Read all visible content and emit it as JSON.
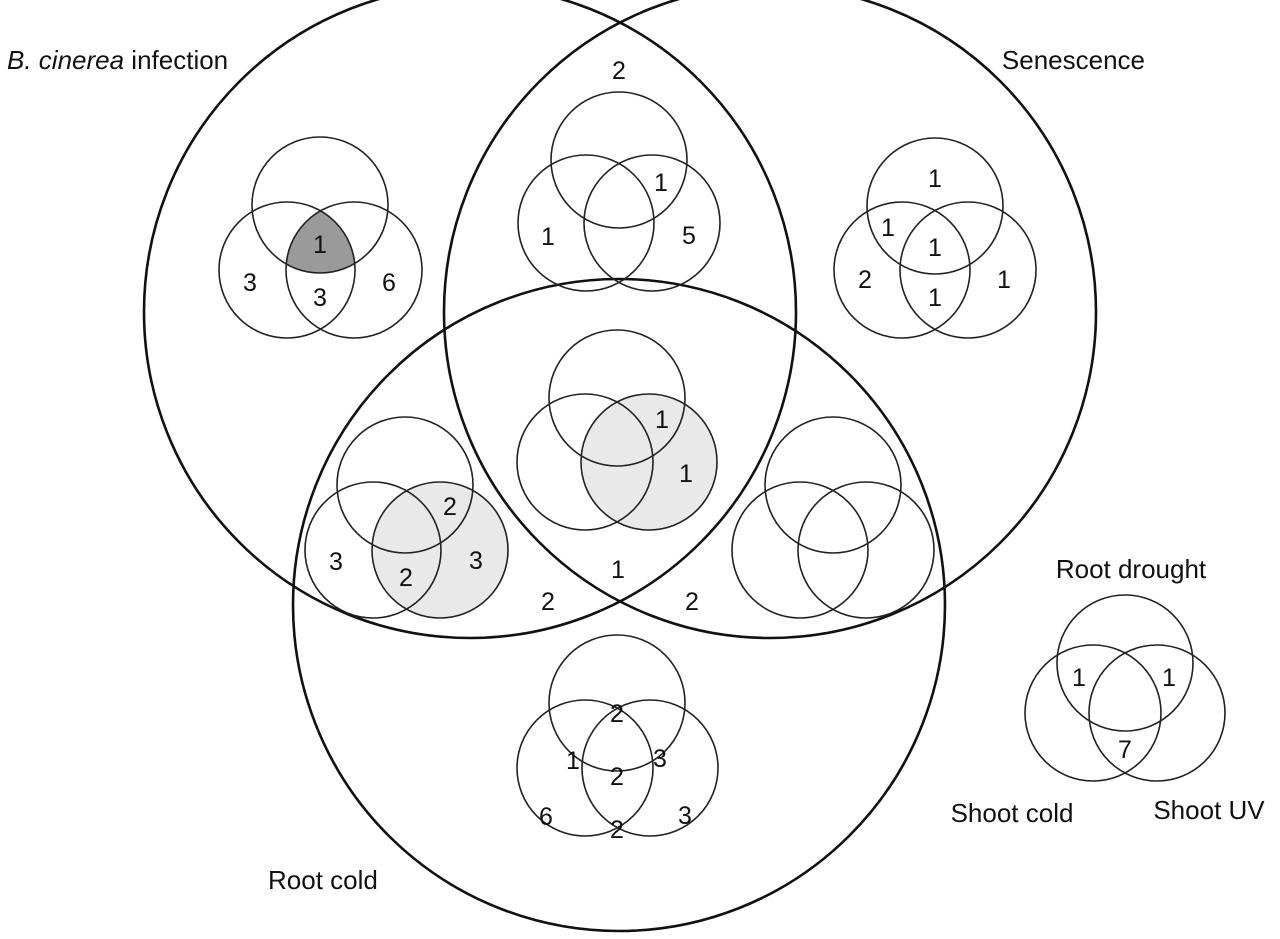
{
  "main_sets": {
    "infection": {
      "label_italic": "B. cinerea",
      "label_rest": " infection"
    },
    "senescence": {
      "label": "Senescence"
    },
    "root_cold": {
      "label": "Root cold"
    }
  },
  "legend": {
    "top": "Root drought",
    "left": "Shoot cold",
    "right": "Shoot UV",
    "counts": {
      "top_left": "1",
      "top_right": "1",
      "bottom": "7"
    }
  },
  "outer_counts": {
    "infection_senescence": "2",
    "all_three": "1",
    "infection_rootcold": "2",
    "senescence_rootcold": "2"
  },
  "sub_venns": {
    "infection_only": {
      "left": "3",
      "right": "6",
      "top_center": "1",
      "bottom_center": "3"
    },
    "infection_senescence": {
      "top_right": "1",
      "left": "1",
      "right": "5"
    },
    "senescence_only": {
      "top": "1",
      "top_left": "1",
      "center": "1",
      "left": "2",
      "right": "1",
      "bottom_center": "1"
    },
    "all_three": {
      "top_right": "1",
      "right": "1"
    },
    "infection_rootcold": {
      "top_right": "2",
      "left": "3",
      "right": "3",
      "bottom_center": "2"
    },
    "senescence_rootcold": {},
    "rootcold_only": {
      "top": "2",
      "top_left": "1",
      "top_right": "3",
      "center": "2",
      "left": "6",
      "right": "3",
      "bottom_center": "2"
    }
  },
  "colors": {
    "dark_shade": "#9a9a9a",
    "light_shade": "#e9e9e9",
    "stroke": "#111111"
  }
}
